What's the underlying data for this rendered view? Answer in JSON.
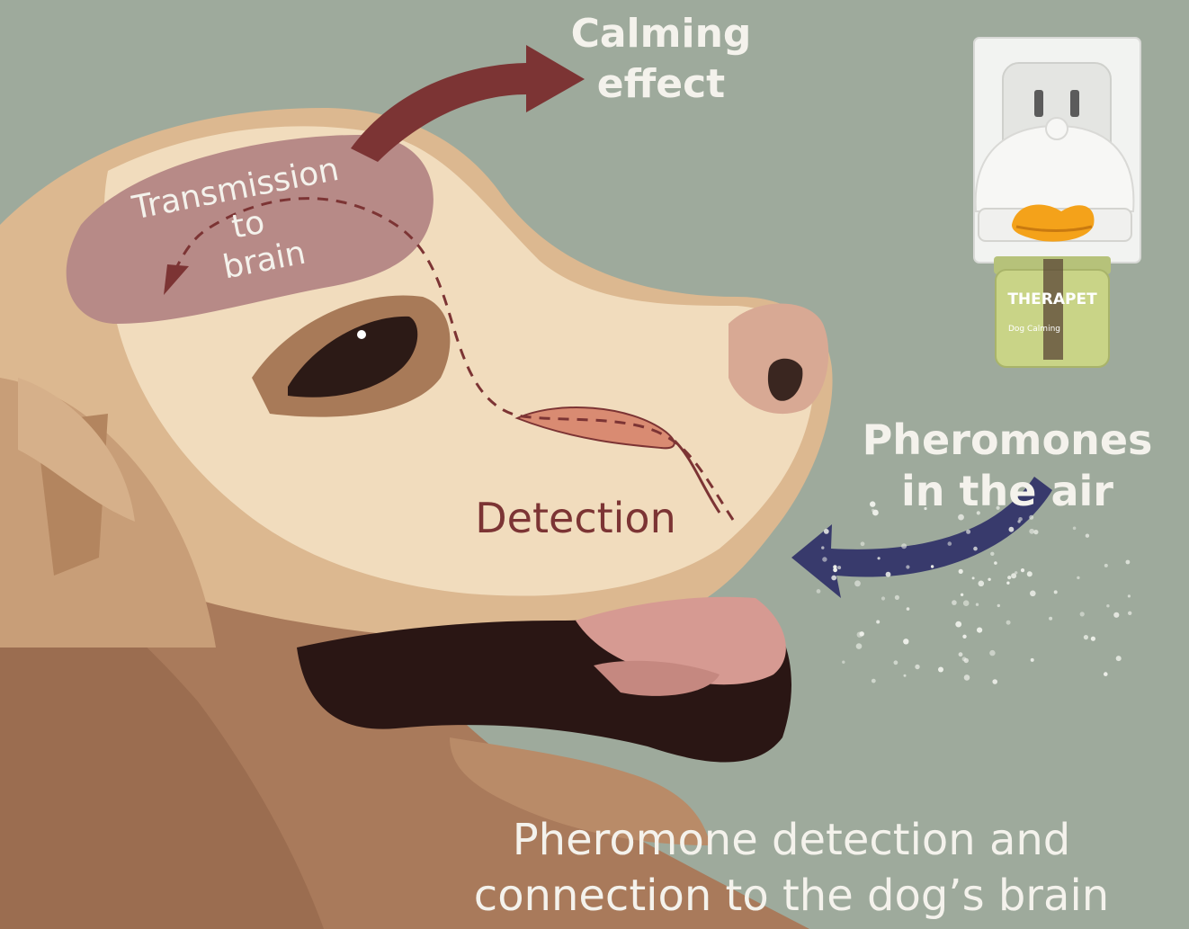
{
  "labels": {
    "calming_line1": "Calming",
    "calming_line2": "effect",
    "transmission_line1": "Transmission",
    "transmission_line2": "to",
    "transmission_line3": "brain",
    "detection": "Detection",
    "pheromones_line1": "Pheromones",
    "pheromones_line2": "in the air",
    "caption_line1": "Pheromone detection and",
    "caption_line2": "connection to the dog’s brain"
  },
  "product": {
    "brand": "THERAPET",
    "subtext": "Dog Calming"
  },
  "colors": {
    "background": "#9eaa9c",
    "brain_region": "#b78a87",
    "calming_arrow": "#7c3434",
    "pheromone_arrow": "#383a6c",
    "detection_text": "#7c3434",
    "light_text": "#f4f2ec"
  },
  "icons": {
    "dog": "dog-head-illustration",
    "diffuser": "duck-diffuser-icon",
    "outlet": "wall-outlet-icon"
  }
}
